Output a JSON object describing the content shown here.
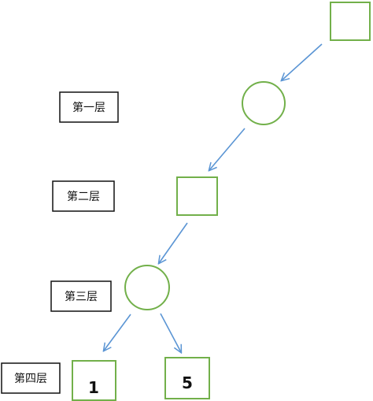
{
  "level_labels": [
    "第一层",
    "第二层",
    "第三层",
    "第四层"
  ],
  "leaf_values": [
    "1",
    "5"
  ],
  "colors": {
    "node_stroke": "#72b04a",
    "edge": "#5b95d4",
    "label_border": "#111111",
    "background": "#ffffff"
  },
  "node_shapes": [
    "square",
    "circle",
    "square",
    "circle",
    "square",
    "square"
  ]
}
